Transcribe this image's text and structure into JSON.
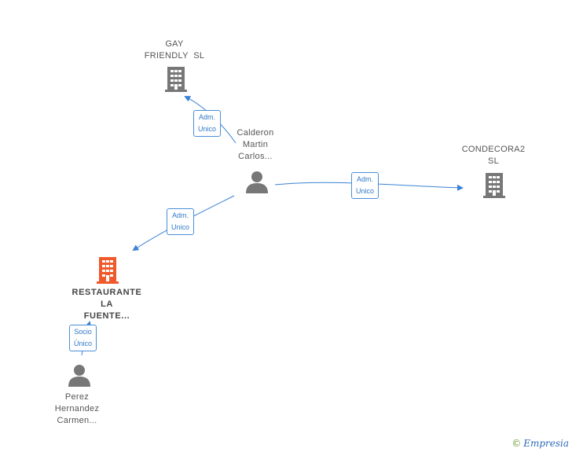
{
  "nodes": {
    "gay_friendly": {
      "lines": [
        "GAY",
        "FRIENDLY  SL"
      ]
    },
    "condecora2": {
      "lines": [
        "CONDECORA2",
        "SL"
      ]
    },
    "calderon": {
      "lines": [
        "Calderon",
        "Martin",
        "Carlos..."
      ]
    },
    "restaurante": {
      "lines": [
        "RESTAURANTE",
        "LA",
        "FUENTE..."
      ]
    },
    "perez": {
      "lines": [
        "Perez",
        "Hernandez",
        "Carmen..."
      ]
    }
  },
  "edges": {
    "to_gay_friendly": {
      "lines": [
        "Adm.",
        "Unico"
      ]
    },
    "to_condecora2": {
      "lines": [
        "Adm.",
        "Unico"
      ]
    },
    "to_restaurante": {
      "lines": [
        "Adm.",
        "Unico"
      ]
    },
    "perez_to_restaurante": {
      "lines": [
        "Socio",
        "Único"
      ]
    }
  },
  "colors": {
    "company_icon": "#777777",
    "main_company_icon": "#f05a2a",
    "person_icon": "#777777",
    "edge": "#3b82d6",
    "edge_label_border": "#4a8fd8",
    "edge_label_text": "#2f77c8"
  },
  "brand": {
    "symbol": "©",
    "name": "Empresia"
  }
}
